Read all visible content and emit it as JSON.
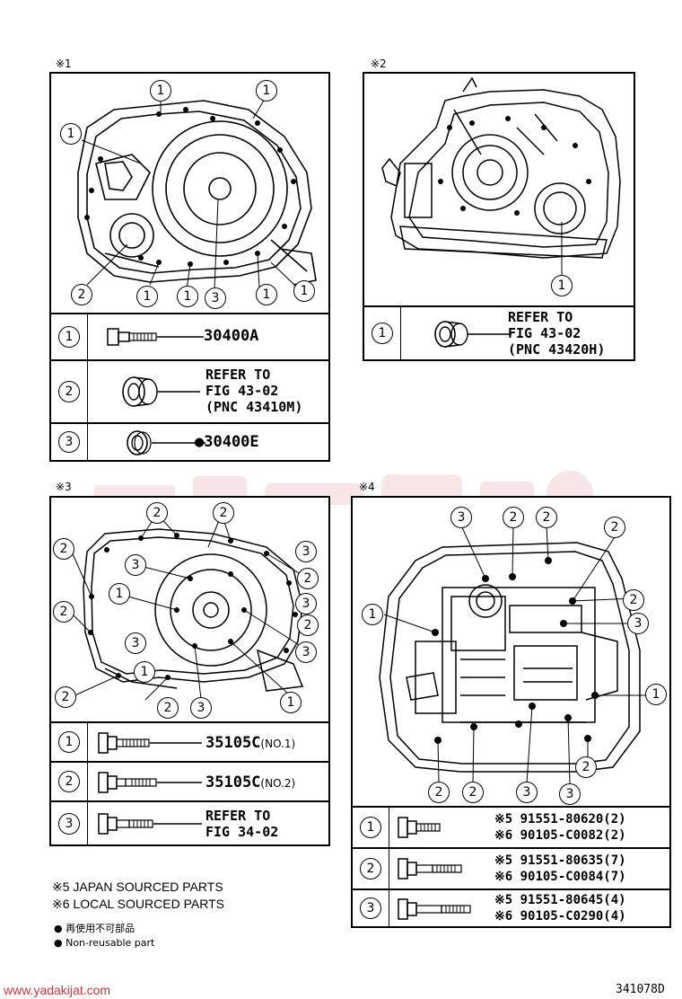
{
  "watermark": {
    "site": "www.yadakijat.com"
  },
  "figure_code": "341078D",
  "panels": {
    "p1": {
      "tag": "※1",
      "callouts": [
        "1",
        "1",
        "1",
        "2",
        "1",
        "1",
        "3",
        "1",
        "1"
      ],
      "rows": [
        {
          "index": "1",
          "part": "30400A"
        },
        {
          "index": "2",
          "part": "REFER TO\nFIG 43-02\n(PNC 43410M)"
        },
        {
          "index": "3",
          "part": "●30400E"
        }
      ]
    },
    "p2": {
      "tag": "※2",
      "callouts": [
        "1"
      ],
      "rows": [
        {
          "index": "1",
          "part": "REFER TO\nFIG 43-02\n(PNC 43420H)"
        }
      ]
    },
    "p3": {
      "tag": "※3",
      "callouts": [
        "2",
        "2",
        "2",
        "3",
        "1",
        "3",
        "2",
        "2",
        "3",
        "3",
        "2",
        "3",
        "1",
        "2",
        "2",
        "3",
        "1"
      ],
      "rows": [
        {
          "index": "1",
          "part": "35105C",
          "suffix": "(NO.1)"
        },
        {
          "index": "2",
          "part": "35105C",
          "suffix": "(NO.2)"
        },
        {
          "index": "3",
          "part": "REFER TO\nFIG 34-02"
        }
      ]
    },
    "p4": {
      "tag": "※4",
      "callouts": [
        "3",
        "2",
        "2",
        "2",
        "1",
        "2",
        "3",
        "1",
        "2",
        "2",
        "3",
        "3",
        "2"
      ],
      "rows": [
        {
          "index": "1",
          "line1": "※5 91551-80620(2)",
          "line2": "※6 90105-C0082(2)"
        },
        {
          "index": "2",
          "line1": "※5 91551-80635(7)",
          "line2": "※6 90105-C0084(7)"
        },
        {
          "index": "3",
          "line1": "※5 91551-80645(4)",
          "line2": "※6 90105-C0290(4)"
        }
      ]
    }
  },
  "notes": {
    "n5": "※5 JAPAN SOURCED PARTS",
    "n6": "※6 LOCAL SOURCED PARTS",
    "jp": "● 再使用不可部品",
    "en": "● Non-reusable part"
  },
  "colors": {
    "ink": "#000000",
    "watermark": "#c8383f"
  }
}
